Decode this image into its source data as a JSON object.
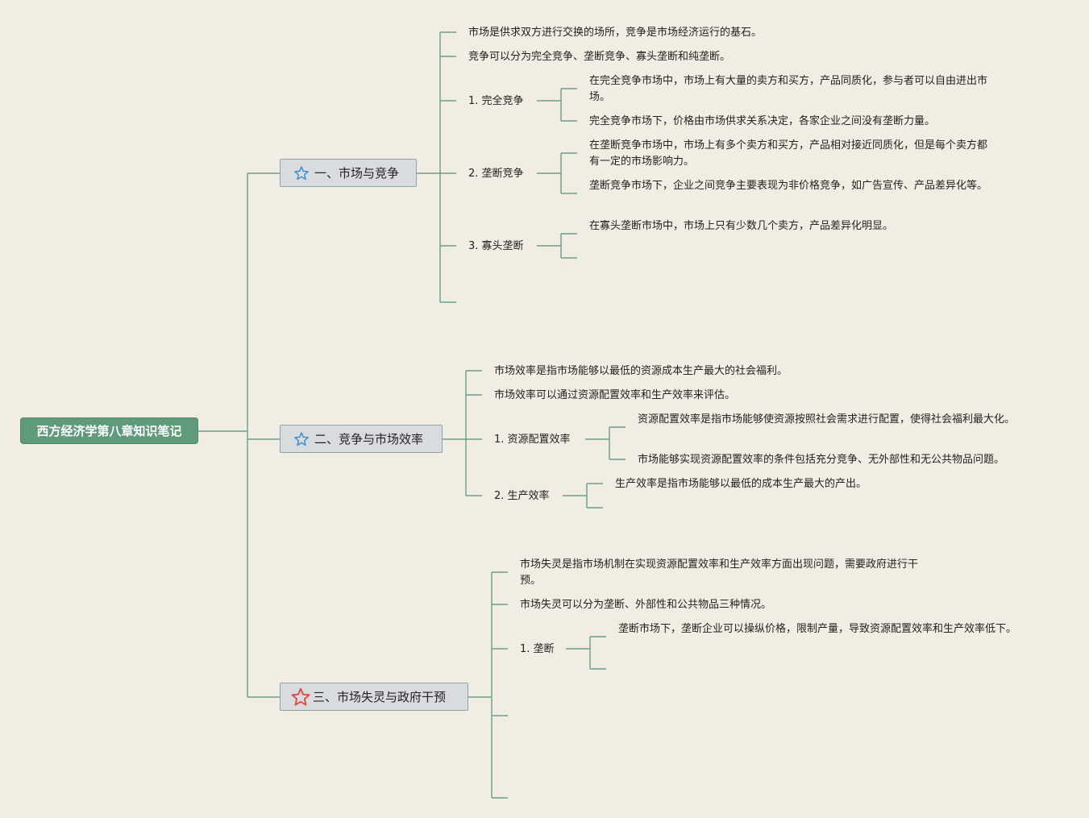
{
  "root": {
    "label": "西方经济学第八章知识笔记"
  },
  "colors": {
    "line": "#6a9e8a",
    "root_bg": "#5f9b7a",
    "branch_bg": "#d9dcdf",
    "star_blue": "#3a8fd0",
    "star_red": "#e0453b"
  },
  "branches": [
    {
      "label": "一、市场与竞争",
      "icon": "star-blue-icon",
      "items": [
        {
          "text": "市场是供求双方进行交换的场所，竞争是市场经济运行的基石。"
        },
        {
          "text": "竞争可以分为完全竞争、垄断竞争、寡头垄断和纯垄断。"
        },
        {
          "label": "1. 完全竞争",
          "children": [
            "在完全竞争市场中，市场上有大量的卖方和买方，产品同质化，参与者可以自由进出市场。",
            "完全竞争市场下，价格由市场供求关系决定，各家企业之间没有垄断力量。"
          ]
        },
        {
          "label": "2. 垄断竞争",
          "children": [
            "在垄断竞争市场中，市场上有多个卖方和买方，产品相对接近同质化，但是每个卖方都有一定的市场影响力。",
            "垄断竞争市场下，企业之间竞争主要表现为非价格竞争，如广告宣传、产品差异化等。"
          ]
        },
        {
          "label": "3. 寡头垄断",
          "children": [
            "在寡头垄断市场中，市场上只有少数几个卖方，产品差异化明显。"
          ]
        }
      ]
    },
    {
      "label": "二、竞争与市场效率",
      "icon": "star-blue-icon",
      "items": [
        {
          "text": "市场效率是指市场能够以最低的资源成本生产最大的社会福利。"
        },
        {
          "text": "市场效率可以通过资源配置效率和生产效率来评估。"
        },
        {
          "label": "1. 资源配置效率",
          "children": [
            "资源配置效率是指市场能够使资源按照社会需求进行配置，使得社会福利最大化。",
            "市场能够实现资源配置效率的条件包括充分竞争、无外部性和无公共物品问题。"
          ]
        },
        {
          "label": "2. 生产效率",
          "children": [
            "生产效率是指市场能够以最低的成本生产最大的产出。"
          ]
        }
      ]
    },
    {
      "label": "三、市场失灵与政府干预",
      "icon": "star-red-icon",
      "items": [
        {
          "text": "市场失灵是指市场机制在实现资源配置效率和生产效率方面出现问题，需要政府进行干预。"
        },
        {
          "text": "市场失灵可以分为垄断、外部性和公共物品三种情况。"
        },
        {
          "label": "1. 垄断",
          "children": [
            "垄断市场下，垄断企业可以操纵价格，限制产量，导致资源配置效率和生产效率低下。"
          ]
        }
      ]
    }
  ]
}
